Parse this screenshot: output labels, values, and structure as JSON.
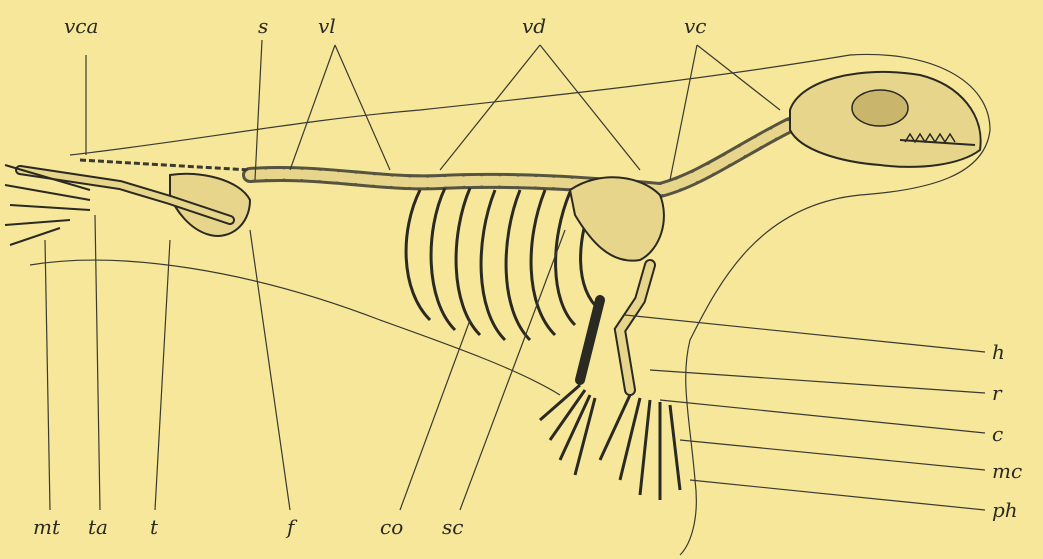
{
  "labels": {
    "vca": "vca",
    "s": "s",
    "vl": "vl",
    "vd": "vd",
    "vc": "vc",
    "h": "h",
    "r": "r",
    "c": "c",
    "mc": "mc",
    "ph": "ph",
    "mt": "mt",
    "ta": "ta",
    "t": "t",
    "f": "f",
    "co": "co",
    "sc": "sc"
  },
  "colors": {
    "background": "#f7e79a",
    "ink": "#2a2a22",
    "bone": "#e6d58a"
  }
}
